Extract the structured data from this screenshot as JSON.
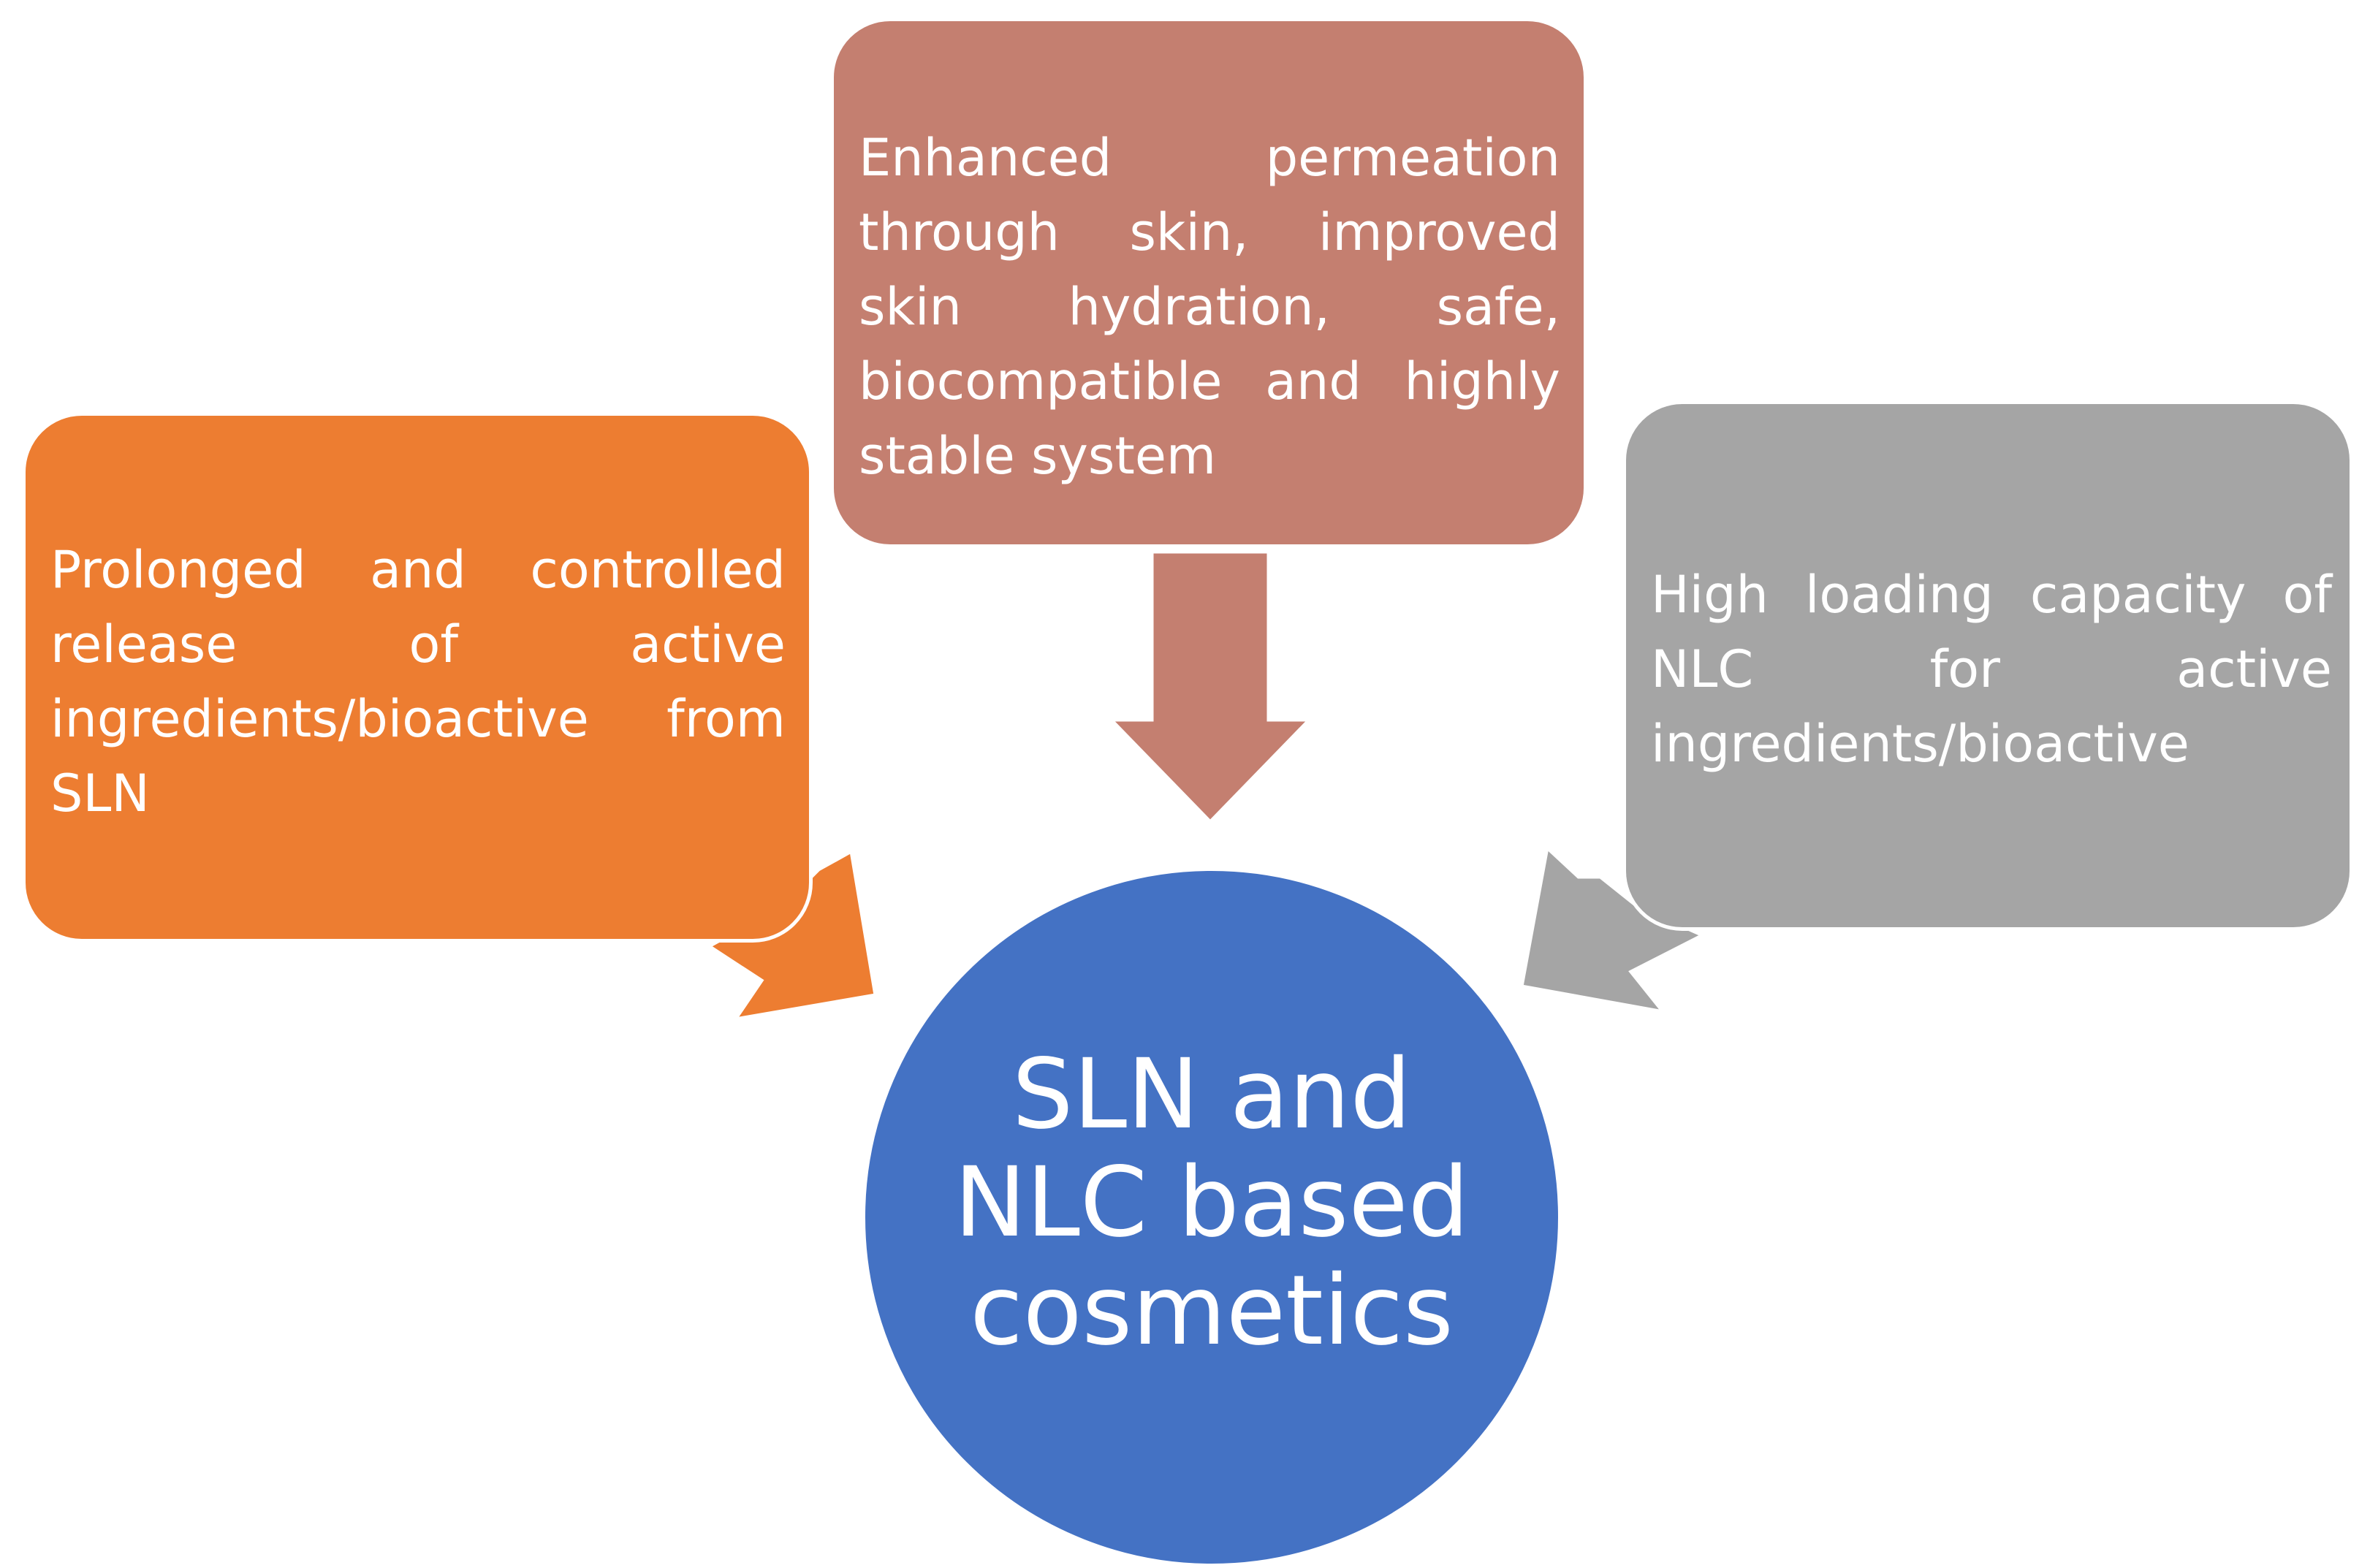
{
  "diagram": {
    "boxes": {
      "left": {
        "text": "Prolonged and controlled release of active ingredients/bioactive from SLN",
        "color": "#ed7d31"
      },
      "top": {
        "text": "Enhanced permeation through skin, improved skin hydration, safe, biocompatible and highly stable system",
        "color": "#c47f70"
      },
      "right": {
        "text": "High loading capacity of NLC for active ingredients/bioactive",
        "color": "#a5a5a5"
      }
    },
    "center": {
      "lines": [
        "SLN and",
        "NLC based",
        "cosmetics"
      ],
      "color": "#4472c4"
    }
  }
}
